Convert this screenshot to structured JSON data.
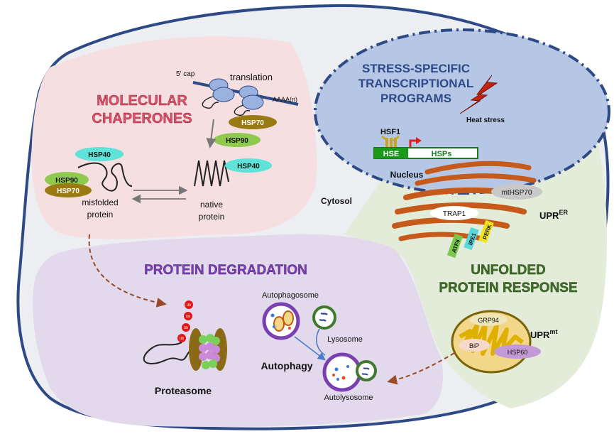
{
  "cytosol": {
    "label": "Cytosol"
  },
  "chaperones": {
    "title_line1": "MOLECULAR",
    "title_line2": "CHAPERONES",
    "cap_label": "5' cap",
    "translation_label": "translation",
    "polya_label": "AAAA(n)",
    "hsp70_top": "HSP70",
    "hsp90_top": "HSP90",
    "hsp40_left": "HSP40",
    "hsp90_left": "HSP90",
    "hsp70_left": "HSP70",
    "hsp40_right": "HSP40",
    "misfolded_line1": "misfolded",
    "misfolded_line2": "protein",
    "native_line1": "native",
    "native_line2": "protein"
  },
  "nucleus": {
    "title_line1": "STRESS-SPECIFIC",
    "title_line2": "TRANSCRIPTIONAL",
    "title_line3": "PROGRAMS",
    "heat_label": "Heat stress",
    "hsf1_label": "HSF1",
    "hse_label": "HSE",
    "hsps_label": "HSPs",
    "nucleus_label": "Nucleus"
  },
  "upr": {
    "title_line1": "UNFOLDED",
    "title_line2": "PROTEIN RESPONSE",
    "er_label": "UPR",
    "er_sup": "ER",
    "mthsp70": "mtHSP70",
    "trap1": "TRAP1",
    "atf6": "ATF6",
    "ire1": "IRE1",
    "perk": "PERK",
    "mt_label": "UPR",
    "mt_sup": "mt",
    "grp94": "GRP94",
    "bip": "BiP",
    "hsp60": "HSP60"
  },
  "degradation": {
    "title": "PROTEIN DEGRADATION",
    "ub_label": "Ub",
    "proteasome_label": "Proteasome",
    "autophagosome_label": "Autophagosome",
    "lysosome_label": "Lysosome",
    "autophagy_label": "Autophagy",
    "autolysosome_label": "Autolysosome"
  },
  "colors": {
    "cell_border": "#2e4a86",
    "chaperone_title": "#d9506a",
    "nucleus_title": "#2f4a86",
    "upr_title": "#3f6e27",
    "degradation_title": "#7a3fb0",
    "hsp70": "#9a7a12",
    "hsp90": "#8fca4e",
    "hsp40": "#5fe3d9",
    "er": "#c55a1a",
    "dashed_arrow": "#9a4a24"
  }
}
